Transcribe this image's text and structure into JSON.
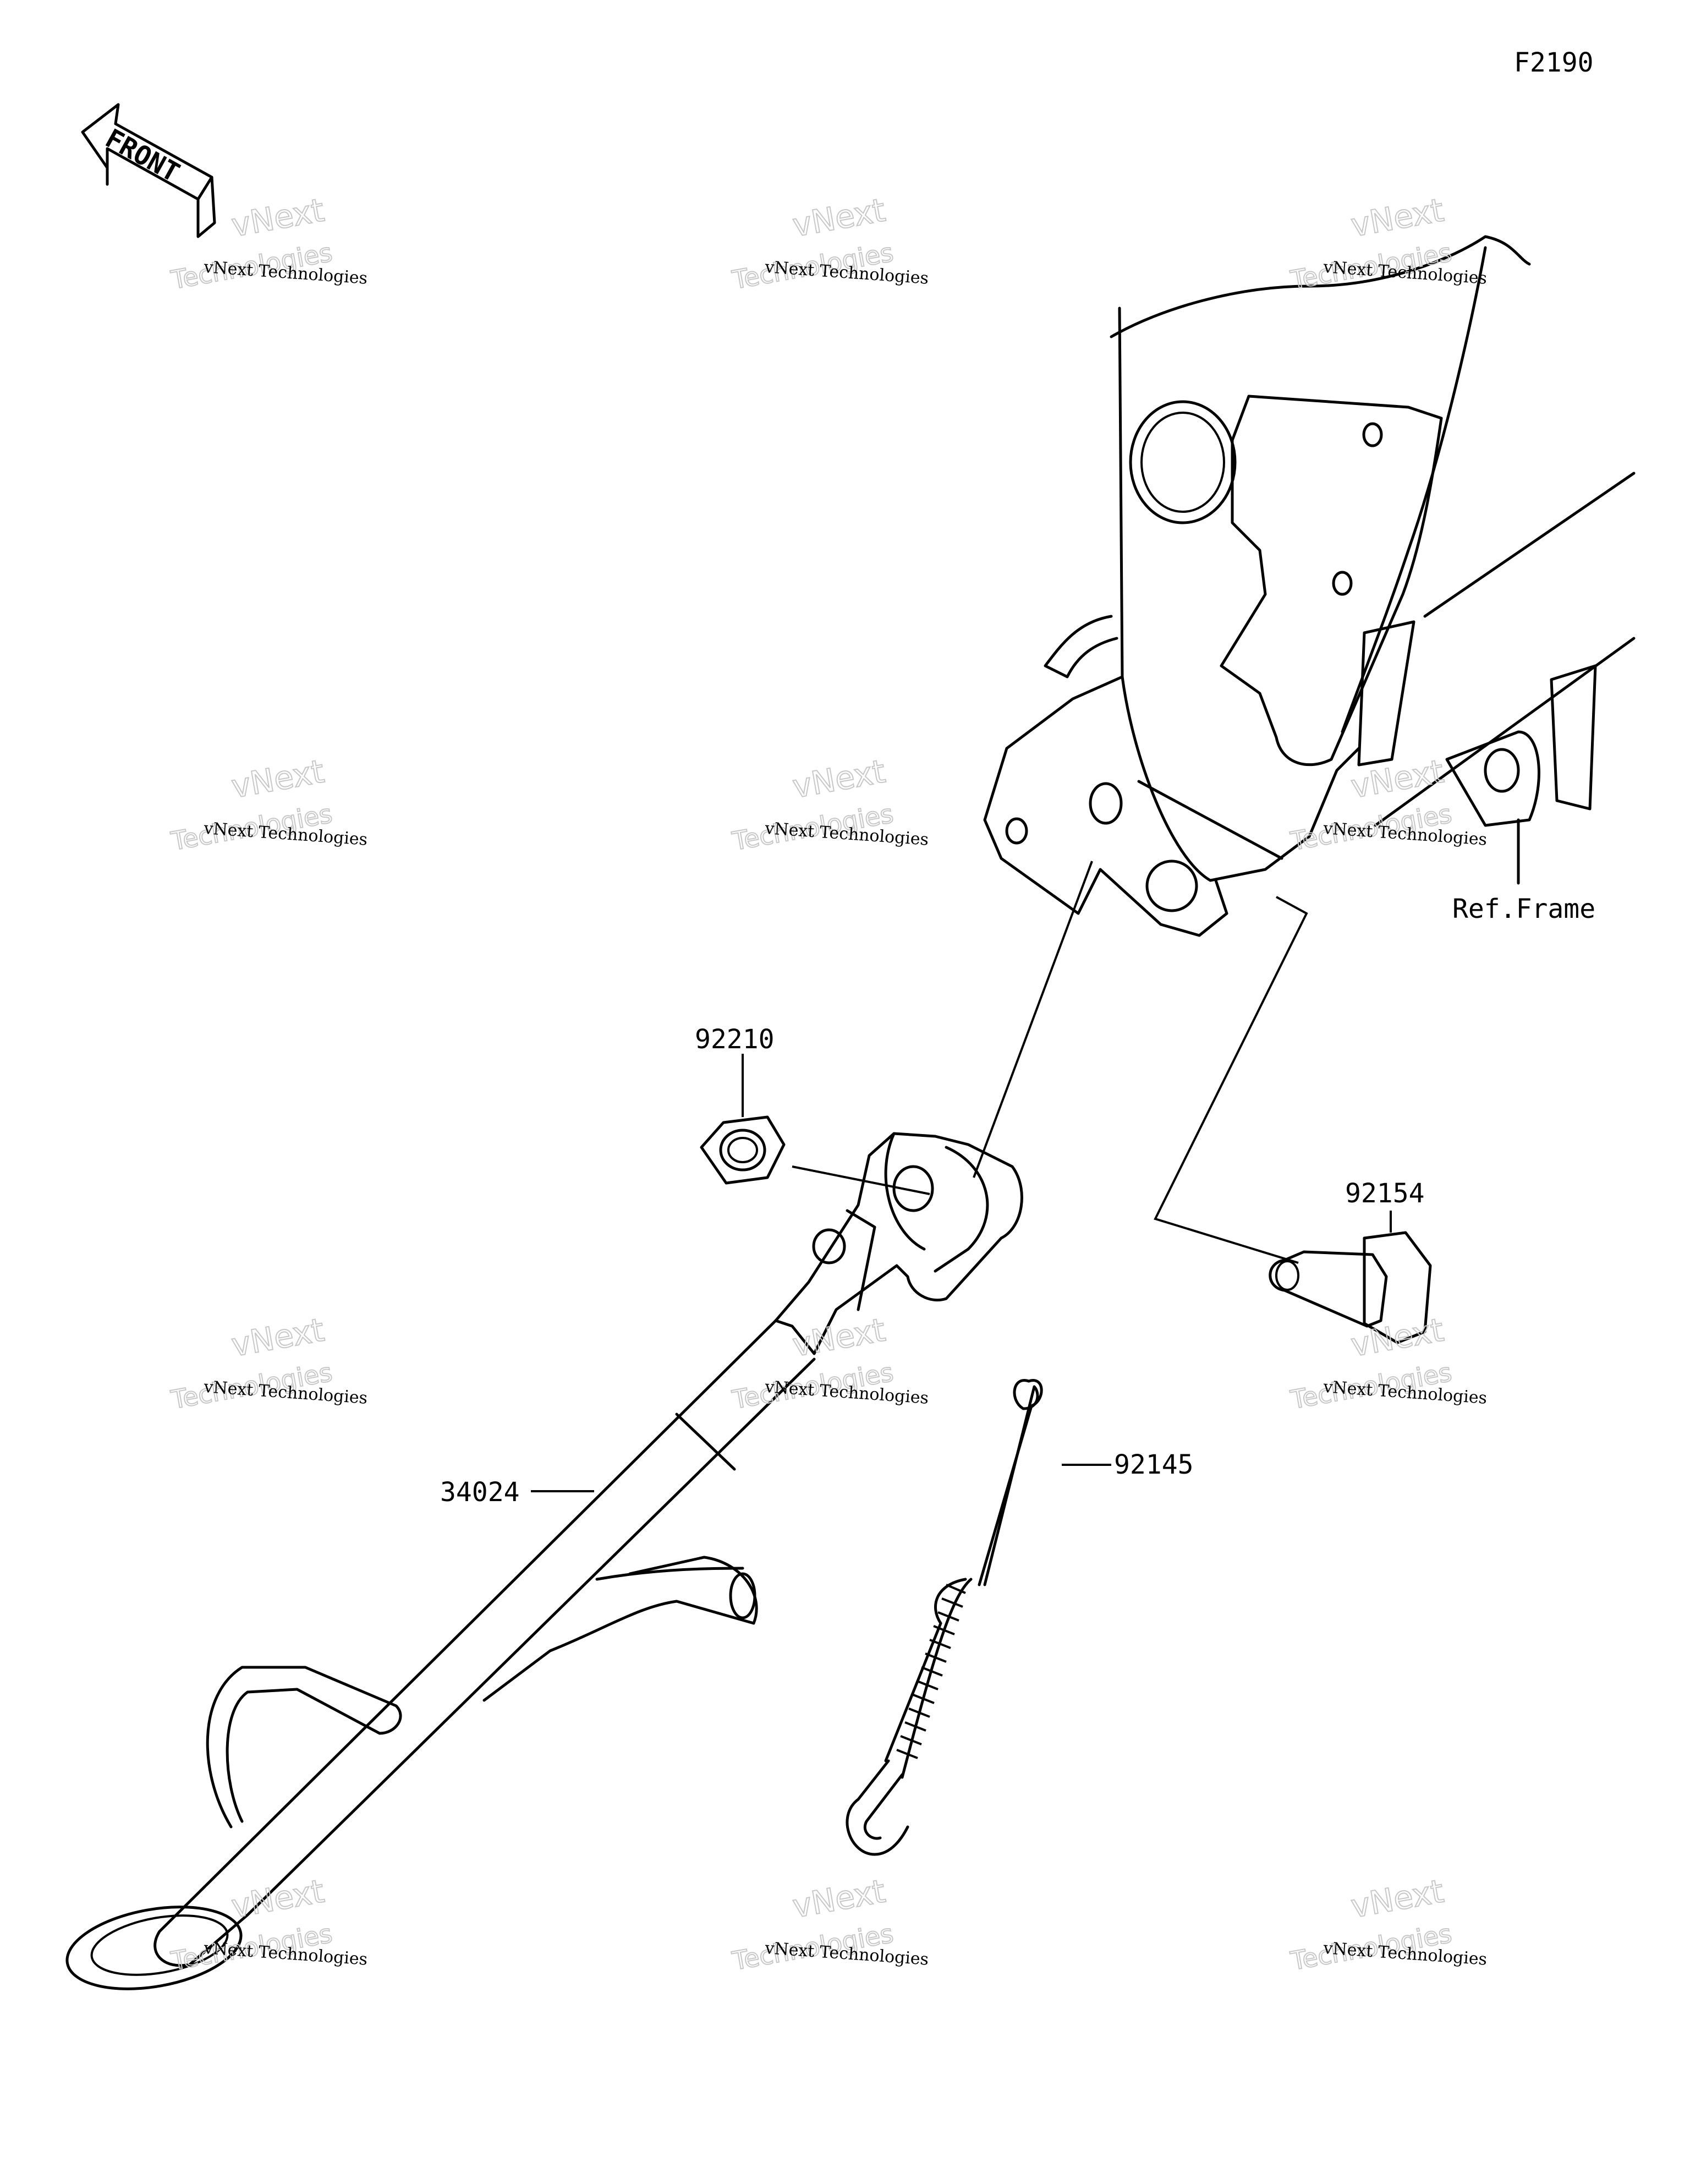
{
  "figure_id": "F2190",
  "front_arrow_label": "FRONT",
  "reference_label": "Ref.Frame",
  "callouts": [
    {
      "part_number": "92210",
      "description": "nut"
    },
    {
      "part_number": "92154",
      "description": "bolt"
    },
    {
      "part_number": "92145",
      "description": "spring"
    },
    {
      "part_number": "34024",
      "description": "side stand"
    }
  ],
  "watermark": {
    "line1": "vNext Technologies",
    "outline_word1": "vNext",
    "outline_word2": "Technologies"
  }
}
